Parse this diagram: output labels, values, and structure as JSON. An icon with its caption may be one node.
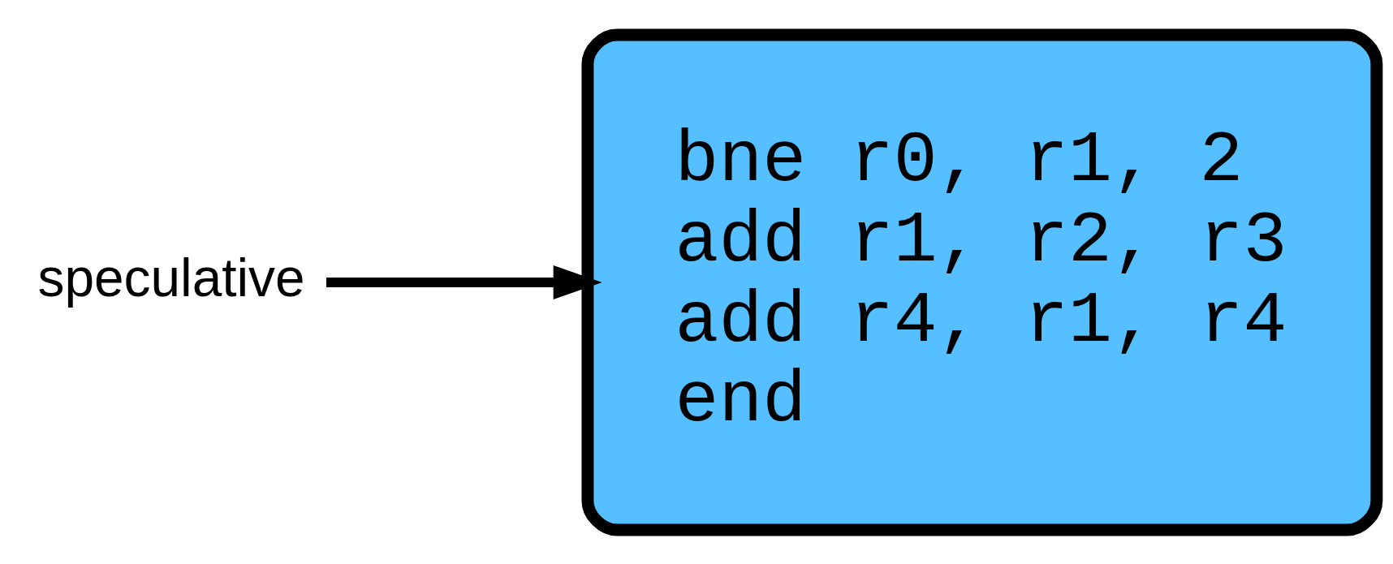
{
  "diagram": {
    "nodes": [
      {
        "text": [
          "speculative"
        ]
      },
      {
        "text": [
          "bne r0, r1, 2",
          "add r1, r2, r3",
          "add r4, r1, r4",
          "end"
        ]
      }
    ],
    "edges": [
      {
        "from": 0,
        "to": 1,
        "arrow": "to"
      }
    ]
  }
}
